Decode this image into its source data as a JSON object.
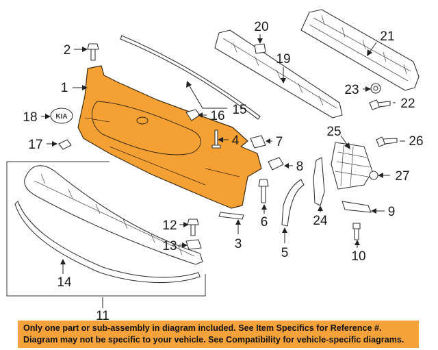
{
  "callouts": {
    "c1": "1",
    "c2": "2",
    "c3": "3",
    "c4": "4",
    "c5": "5",
    "c6": "6",
    "c7": "7",
    "c8": "8",
    "c9": "9",
    "c10": "10",
    "c11": "11",
    "c12": "12",
    "c13": "13",
    "c14": "14",
    "c15": "15",
    "c16": "16",
    "c17": "17",
    "c18": "18",
    "c19": "19",
    "c20": "20",
    "c21": "21",
    "c22": "22",
    "c23": "23",
    "c24": "24",
    "c25": "25",
    "c26": "26",
    "c27": "27"
  },
  "emblem_text": "KIA",
  "colors": {
    "highlight": "#f5a033",
    "banner": "#f6a23a",
    "line": "#333333"
  },
  "disclaimer": {
    "line1": "Only one part or sub-assembly in diagram included. See Item Specifics for Reference #.",
    "line2": "Diagram may not be specific to your vehicle. See Compatibility for vehicle-specific diagrams."
  }
}
